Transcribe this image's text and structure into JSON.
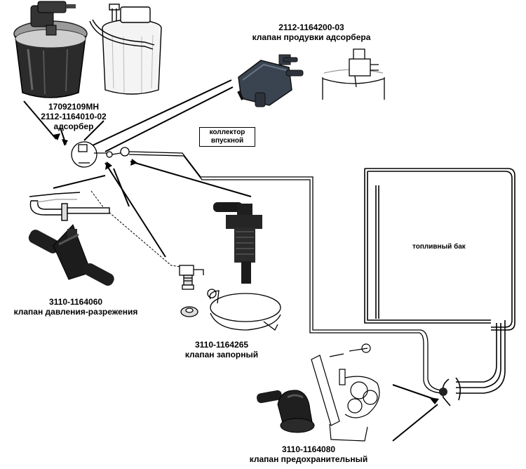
{
  "labels": {
    "adsorber": {
      "line1": "17092109МН",
      "line2": "2112-1164010-02",
      "line3": "адсорбер"
    },
    "purge_valve": {
      "line1": "2112-1164200-03",
      "line2": "клапан продувки адсорбера"
    },
    "intake_manifold": {
      "line1": "коллектор",
      "line2": "впускной"
    },
    "fuel_tank": "топливный бак",
    "pressure_valve": {
      "line1": "3110-1164060",
      "line2": "клапан давления-разрежения"
    },
    "shutoff_valve": {
      "line1": "3110-1164265",
      "line2": "клапан запорный"
    },
    "safety_valve": {
      "line1": "3110-1164080",
      "line2": "клапан предохранительный"
    }
  }
}
